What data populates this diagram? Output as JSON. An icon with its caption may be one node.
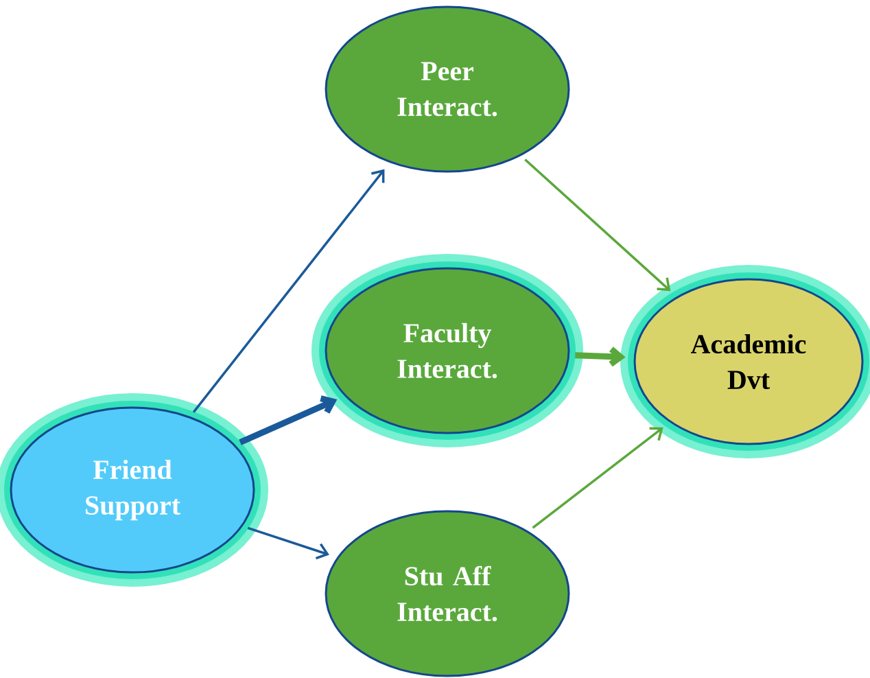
{
  "diagram": {
    "nodes": [
      {
        "text": [
          "Peer Interact."
        ]
      },
      {
        "text": [
          "Faculty Interact."
        ]
      },
      {
        "text": [
          "Academic Dvt"
        ]
      },
      {
        "text": [
          "Friend Support"
        ]
      },
      {
        "text": [
          "Stu Aff Interact."
        ]
      }
    ],
    "edges": [
      {
        "from": 3,
        "to": 0,
        "arrow": "to",
        "color": "#1a5a9a"
      },
      {
        "from": 3,
        "to": 1,
        "arrow": "to",
        "color": "#1a5a9a",
        "style": "thick"
      },
      {
        "from": 3,
        "to": 4,
        "arrow": "to",
        "color": "#1a5a9a"
      },
      {
        "from": 0,
        "to": 2,
        "arrow": "to",
        "color": "#5aa83c"
      },
      {
        "from": 1,
        "to": 2,
        "arrow": "to",
        "color": "#5aa83c",
        "style": "thick"
      },
      {
        "from": 4,
        "to": 2,
        "arrow": "to",
        "color": "#5aa83c"
      }
    ]
  }
}
